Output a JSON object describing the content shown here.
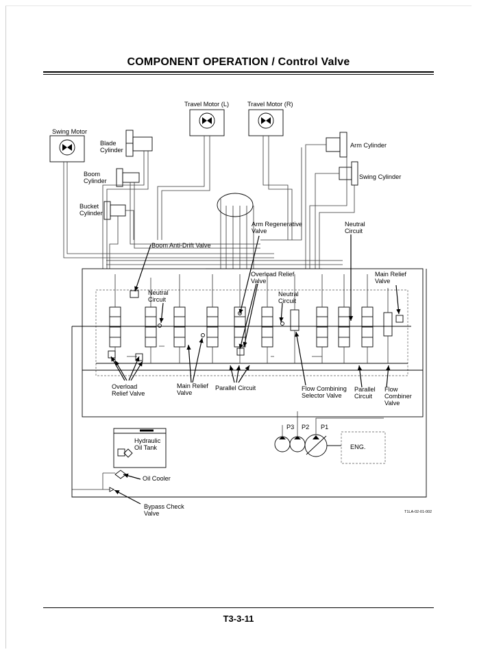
{
  "header": {
    "title": "COMPONENT OPERATION / Control Valve"
  },
  "footer": {
    "page_number": "T3-3-11"
  },
  "diagram": {
    "figure_id": "T1LA-02-01-002",
    "labels": {
      "travel_motor_l": "Travel Motor (L)",
      "travel_motor_r": "Travel Motor (R)",
      "swing_motor": "Swing Motor",
      "blade_cylinder": [
        "Blade",
        "Cylinder"
      ],
      "arm_cylinder": "Arm Cylinder",
      "boom_cylinder": [
        "Boom",
        "Cylinder"
      ],
      "swing_cylinder": "Swing Cylinder",
      "bucket_cylinder": [
        "Bucket",
        "Cylinder"
      ],
      "arm_regenerative_valve": [
        "Arm Regenerative",
        "Valve"
      ],
      "neutral_circuit_right": [
        "Neutral",
        "Circuit"
      ],
      "boom_anti_drift_valve": "Boom Anti-Drift Valve",
      "overload_relief_valve_top": [
        "Overload Relief",
        "Valve"
      ],
      "main_relief_valve_top": [
        "Main Relief",
        "Valve"
      ],
      "neutral_circuit_left": [
        "Neutral",
        "Circuit"
      ],
      "neutral_circuit_mid": [
        "Neutral",
        "Circuit"
      ],
      "overload_relief_valve_bottom": [
        "Overload",
        "Relief Valve"
      ],
      "main_relief_valve_bottom": [
        "Main Relief",
        "Valve"
      ],
      "parallel_circuit_mid": "Parallel Circuit",
      "flow_combining_selector_valve": [
        "Flow Combining",
        "Selector Valve"
      ],
      "parallel_circuit_right": [
        "Parallel",
        "Circuit"
      ],
      "flow_combiner_valve": [
        "Flow",
        "Combiner",
        "Valve"
      ],
      "pump_p3": "P3",
      "pump_p2": "P2",
      "pump_p1": "P1",
      "engine": "ENG.",
      "hydraulic_oil_tank": [
        "Hydraulic",
        "Oil Tank"
      ],
      "oil_cooler": "Oil Cooler",
      "bypass_check_valve": [
        "Bypass Check",
        "Valve"
      ]
    }
  }
}
